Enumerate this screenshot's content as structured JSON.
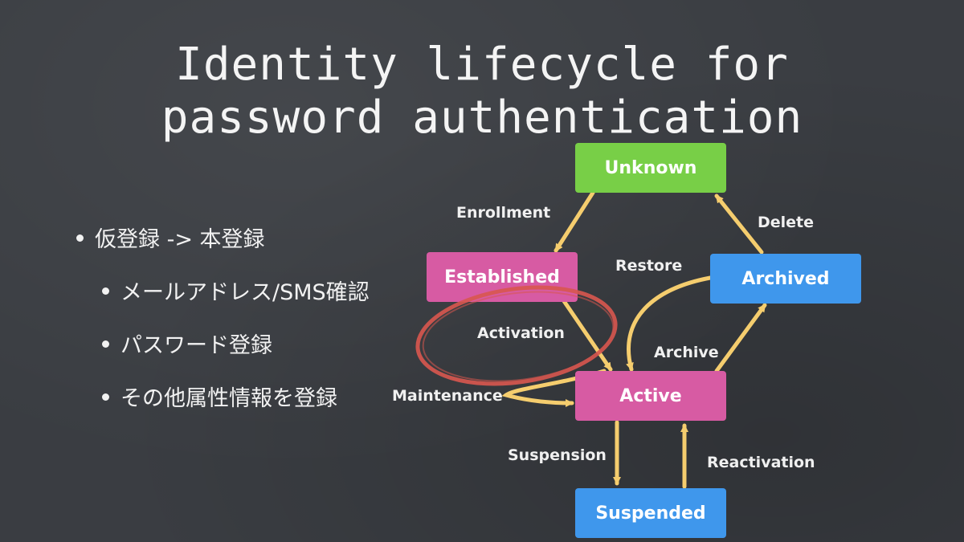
{
  "slide": {
    "title_line1": "Identity lifecycle for",
    "title_line2": "password authentication"
  },
  "bullets": [
    {
      "text": "仮登録 -> 本登録"
    },
    {
      "text": "メールアドレス/SMS確認"
    },
    {
      "text": "パスワード登録"
    },
    {
      "text": "その他属性情報を登録"
    }
  ],
  "diagram": {
    "nodes": {
      "unknown": "Unknown",
      "established": "Established",
      "archived": "Archived",
      "active": "Active",
      "suspended": "Suspended"
    },
    "edges": {
      "enrollment": "Enrollment",
      "delete": "Delete",
      "restore": "Restore",
      "activation": "Activation",
      "archive": "Archive",
      "maintenance": "Maintenance",
      "suspension": "Suspension",
      "reactivation": "Reactivation"
    },
    "colors": {
      "arrow": "#f5cd6e",
      "green_node": "#78cf47",
      "pink_node": "#d75ba3",
      "blue_node": "#3f97ec",
      "highlight_circle": "#d9574f"
    }
  }
}
